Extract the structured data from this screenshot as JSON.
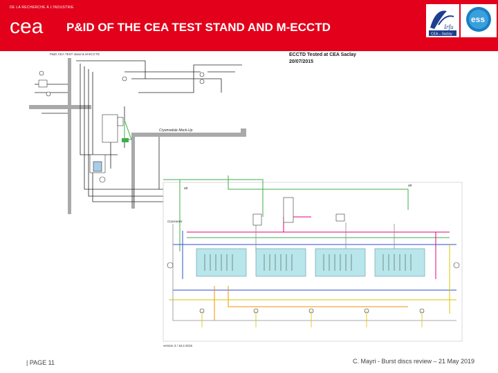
{
  "header": {
    "tagline": "DE LA RECHERCHE À L'INDUSTRIE",
    "logo_text": "cea",
    "title": "P&ID OF THE CEA TEST STAND AND M-ECCTD",
    "irfu_logo_text": "Irfu",
    "irfu_sub": "CEA – Saclay",
    "ess_logo_text": "ess"
  },
  "diagram": {
    "top_label": "P&ID CEA TEST stand & M-ECCTD",
    "tested_line1": "ECCTD Tested at CEA Saclay",
    "tested_line2": "20/07/2015",
    "cryomodule_label": "Cryomodule Mock-Up",
    "cryocooler_label": "Cryocooler",
    "air_label_1": "air",
    "air_label_2": "air",
    "version_label": "version 3 / 18.2.2016"
  },
  "footer": {
    "page": "| PAGE 11",
    "credit": "C. Mayri - Burst discs review – 21 May 2019"
  },
  "colors": {
    "brand_red": "#e2001a",
    "line_green": "#3fae49",
    "line_pink": "#e6007e",
    "line_blue": "#2a4fd1",
    "line_orange": "#f39200",
    "line_yellow": "#d8c400",
    "cryo_cyan": "#b8e6ea"
  }
}
